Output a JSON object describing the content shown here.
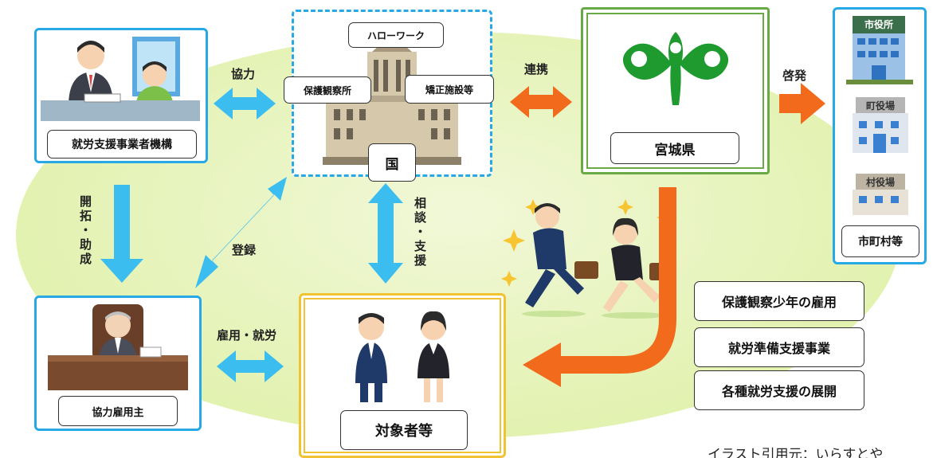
{
  "nodes": {
    "employment_support_org": "就労支援事業者機構",
    "cooperating_employer": "協力雇用主",
    "national": {
      "label": "国",
      "hello_work": "ハローワーク",
      "probation_office": "保護観察所",
      "correctional_facilities": "矯正施設等"
    },
    "miyagi": "宮城県",
    "municipalities": {
      "label": "市町村等",
      "city_office_sign": "市役所",
      "town_office_sign": "町役場",
      "village_office_sign": "村役場"
    },
    "target_persons": "対象者等"
  },
  "edges": {
    "cooperation": "協力",
    "development_aid": [
      "開",
      "拓",
      "・",
      "助",
      "成"
    ],
    "registration": "登録",
    "consultation_support": [
      "相",
      "談",
      "・",
      "支",
      "援"
    ],
    "employment_work": "雇用・就労",
    "partnership": "連携",
    "awareness": "啓発"
  },
  "initiatives": [
    "保護観察少年の雇用",
    "就労準備支援事業",
    "各種就労支援の展開"
  ],
  "credit": "イラスト引用元：いらすとや",
  "colors": {
    "blue_arrow": "#3cbdf0",
    "orange_arrow": "#f26b1d",
    "panel_blue": "#29a8e6",
    "miyagi_green": "#6aaa46",
    "target_gold": "#f1c232",
    "background_green": "#dcef9f"
  }
}
